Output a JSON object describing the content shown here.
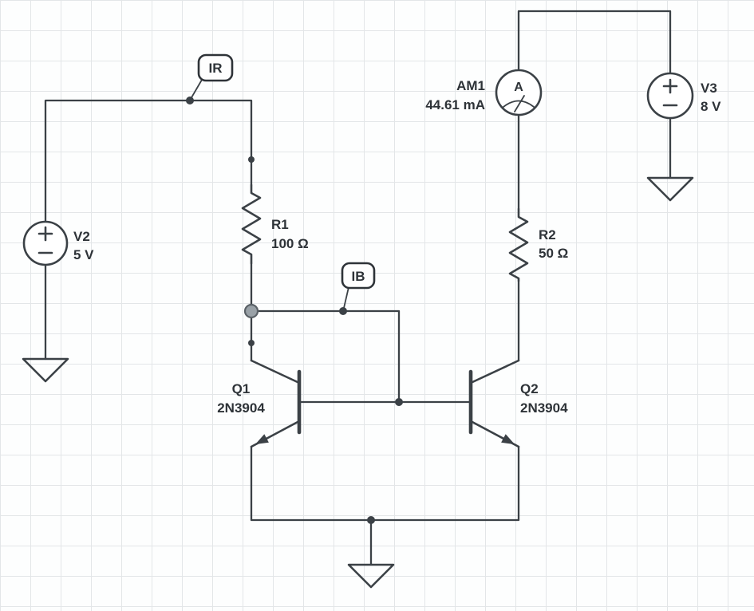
{
  "schematic": {
    "colors": {
      "wire": "#3b4146",
      "text": "#2e3338",
      "grid": "#e3e6e8",
      "background": "#fdfefe",
      "highlighted_node": "#99a1a7"
    },
    "components": {
      "v2": {
        "designator": "V2",
        "value": "5 V"
      },
      "r1": {
        "designator": "R1",
        "value": "100 Ω"
      },
      "q1": {
        "designator": "Q1",
        "value": "2N3904"
      },
      "q2": {
        "designator": "Q2",
        "value": "2N3904"
      },
      "r2": {
        "designator": "R2",
        "value": "50 Ω"
      },
      "am1": {
        "designator": "AM1",
        "value": "44.61 mA",
        "meter_letter": "A"
      },
      "v3": {
        "designator": "V3",
        "value": "8 V"
      }
    },
    "probes": {
      "ir": {
        "label": "IR"
      },
      "ib": {
        "label": "IB"
      }
    }
  }
}
